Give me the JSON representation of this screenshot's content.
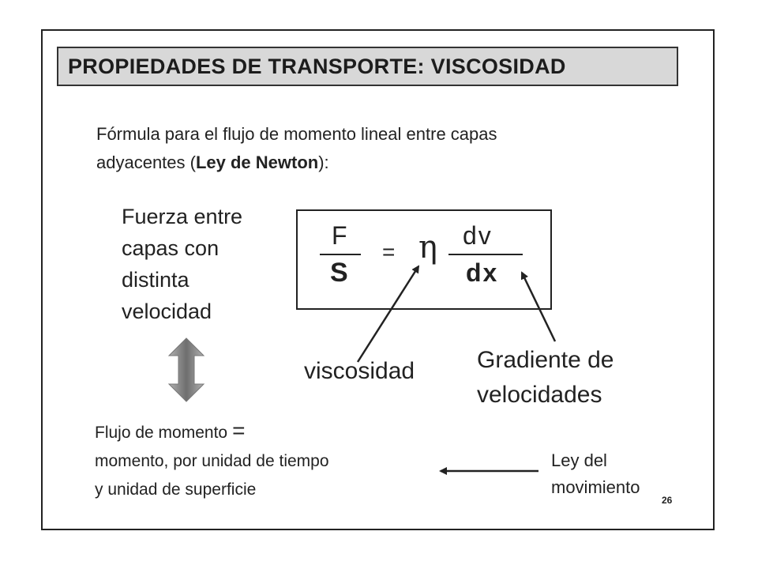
{
  "slide": {
    "title": "PROPIEDADES DE TRANSPORTE: VISCOSIDAD",
    "intro": {
      "line1": "Fórmula para el flujo de momento lineal entre capas",
      "line2_prefix": "adyacentes (",
      "line2_bold": "Ley de Newton",
      "line2_suffix": "):"
    },
    "force_label": [
      "Fuerza entre",
      "capas con",
      "distinta",
      "velocidad"
    ],
    "formula": {
      "numerator_left": "F",
      "denominator_left": "S",
      "equals": "=",
      "eta": "η",
      "numerator_right": "dv",
      "denominator_right": "dx"
    },
    "viscosity_label": "viscosidad",
    "gradient_label": [
      "Gradiente de",
      "velocidades"
    ],
    "flux": {
      "line1": "Flujo de momento",
      "equals": "=",
      "line2": "momento, por unidad de tiempo",
      "line3": "y unidad de superficie"
    },
    "law_label": [
      "Ley del",
      "movimiento"
    ],
    "page_number": "26",
    "colors": {
      "title_background": "#d8d8d8",
      "double_arrow": "#8a8a8a",
      "text": "#222222"
    },
    "icons": {
      "updown": "double-arrow-icon"
    }
  }
}
